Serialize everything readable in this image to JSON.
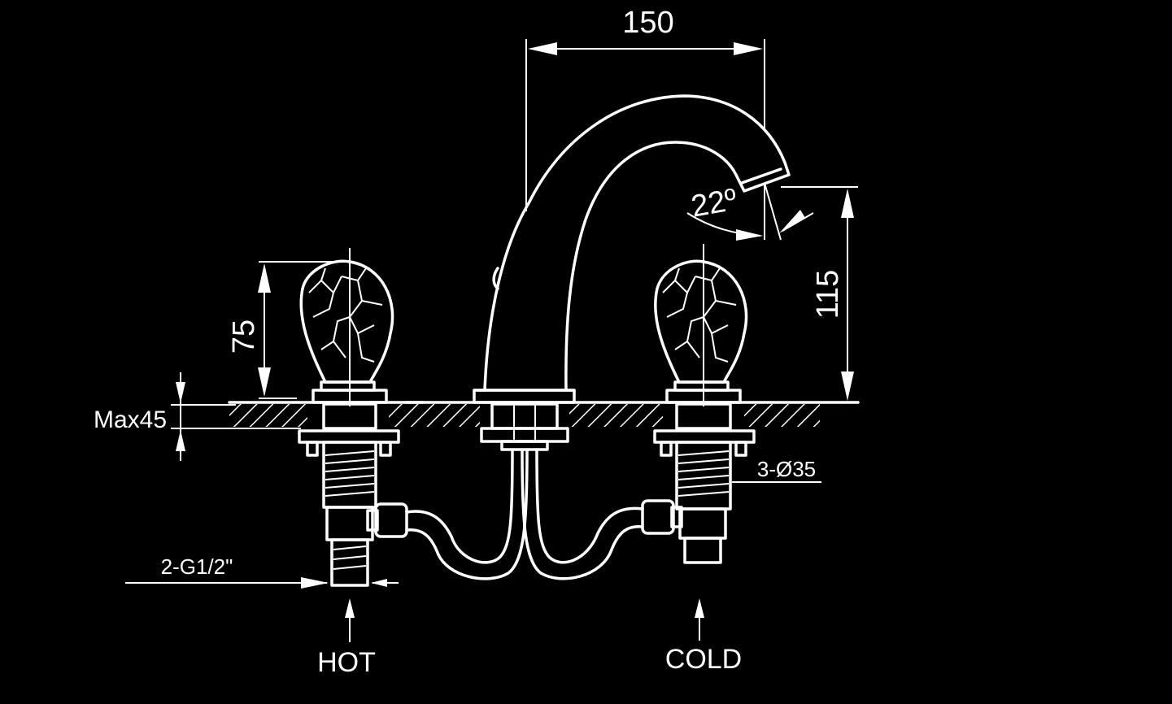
{
  "dimensions": {
    "spout_reach": "150",
    "spout_height": "115",
    "handle_height": "75",
    "max_deck_thickness": "Max45",
    "hole_diameter": "3-Ø35",
    "thread": "2-G1/2\"",
    "spout_angle": "22º"
  },
  "labels": {
    "hot": "HOT",
    "cold": "COLD"
  },
  "colors": {
    "background": "#000000",
    "line": "#ffffff"
  }
}
